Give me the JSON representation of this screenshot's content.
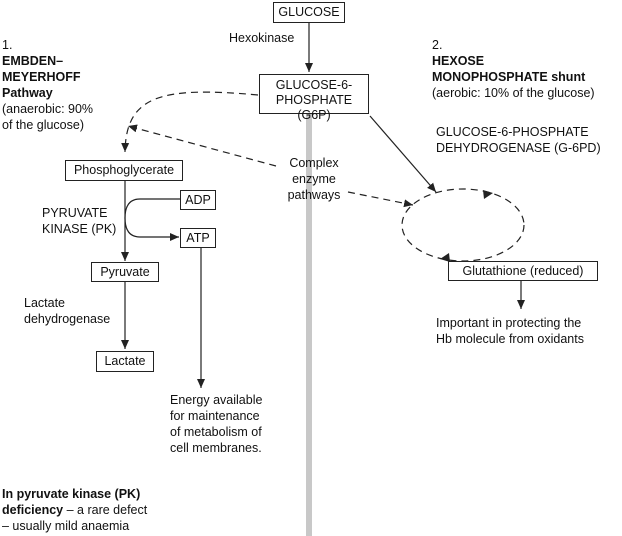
{
  "boxes": {
    "glucose": "GLUCOSE",
    "g6p_line1": "GLUCOSE-6-",
    "g6p_line2": "PHOSPHATE (G6P)",
    "phosphoglycerate": "Phosphoglycerate",
    "adp": "ADP",
    "atp": "ATP",
    "pyruvate": "Pyruvate",
    "lactate": "Lactate",
    "glutathione": "Glutathione (reduced)"
  },
  "enzymes": {
    "hexokinase": "Hexokinase",
    "pyruvate_kinase_line1": "PYRUVATE",
    "pyruvate_kinase_line2": "KINASE (PK)",
    "ldh_line1": "Lactate",
    "ldh_line2": "dehydrogenase",
    "g6pd_line1": "GLUCOSE-6-PHOSPHATE",
    "g6pd_line2": "DEHYDROGENASE (G-6PD)",
    "complex_line1": "Complex",
    "complex_line2": "enzyme",
    "complex_line3": "pathways"
  },
  "pathway1": {
    "number": "1.",
    "title_line1": "EMBDEN–",
    "title_line2": "MEYERHOFF",
    "title_line3": "Pathway",
    "desc_line1": "(anaerobic: 90%",
    "desc_line2": "of the glucose)"
  },
  "pathway2": {
    "number": "2.",
    "title_line1": "HEXOSE",
    "title_line2": "MONOPHOSPHATE shunt",
    "desc_line1": "(aerobic: 10% of the glucose)"
  },
  "energy_note": {
    "line1": "Energy available",
    "line2": "for maintenance",
    "line3": "of metabolism of",
    "line4": "cell membranes."
  },
  "protection_note": {
    "line1": "Important in protecting the",
    "line2": "Hb molecule from oxidants"
  },
  "pk_note": {
    "bold_line1": "In pyruvate kinase (PK)",
    "bold_line2_prefix": "deficiency",
    "line2_suffix": " – a rare defect",
    "line3": "– usually mild anaemia"
  },
  "colors": {
    "divider": "#c8c8c8",
    "stroke": "#222222"
  }
}
